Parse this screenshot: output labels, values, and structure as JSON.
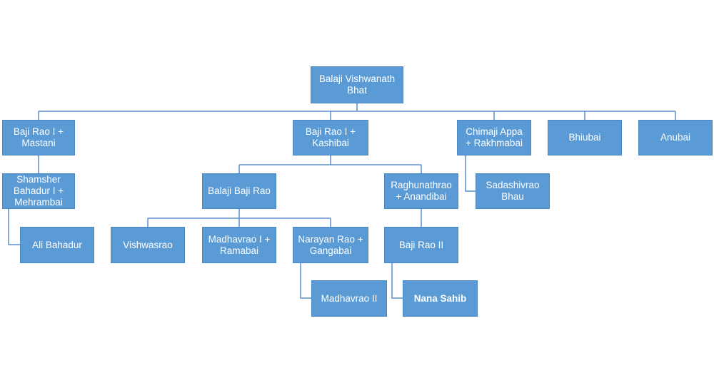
{
  "colors": {
    "node_fill": "#5b9bd5",
    "node_text": "#ffffff",
    "connector": "#5b8fc7"
  },
  "tree": {
    "root": {
      "label": "Balaji Vishwanath Bhat"
    },
    "mastani": {
      "label": "Baji Rao I + Mastani"
    },
    "kashibai": {
      "label": "Baji Rao I + Kashibai"
    },
    "chimaji": {
      "label": "Chimaji Appa + Rakhmabai"
    },
    "bhiubai": {
      "label": "Bhiubai"
    },
    "anubai": {
      "label": "Anubai"
    },
    "shamsher": {
      "label": "Shamsher Bahadur I + Mehrambai"
    },
    "balaji_baji_rao": {
      "label": "Balaji Baji Rao"
    },
    "raghunathrao": {
      "label": "Raghunathrao + Anandibai"
    },
    "sadashivrao": {
      "label": "Sadashivrao Bhau"
    },
    "ali_bahadur": {
      "label": "Ali Bahadur"
    },
    "vishwasrao": {
      "label": "Vishwasrao"
    },
    "madhavrao_i": {
      "label": "Madhavrao I + Ramabai"
    },
    "narayan_rao": {
      "label": "Narayan Rao + Gangabai"
    },
    "baji_rao_ii": {
      "label": "Baji Rao II"
    },
    "madhavrao_ii": {
      "label": "Madhavrao II"
    },
    "nana_sahib": {
      "label": "Nana Sahib"
    }
  }
}
